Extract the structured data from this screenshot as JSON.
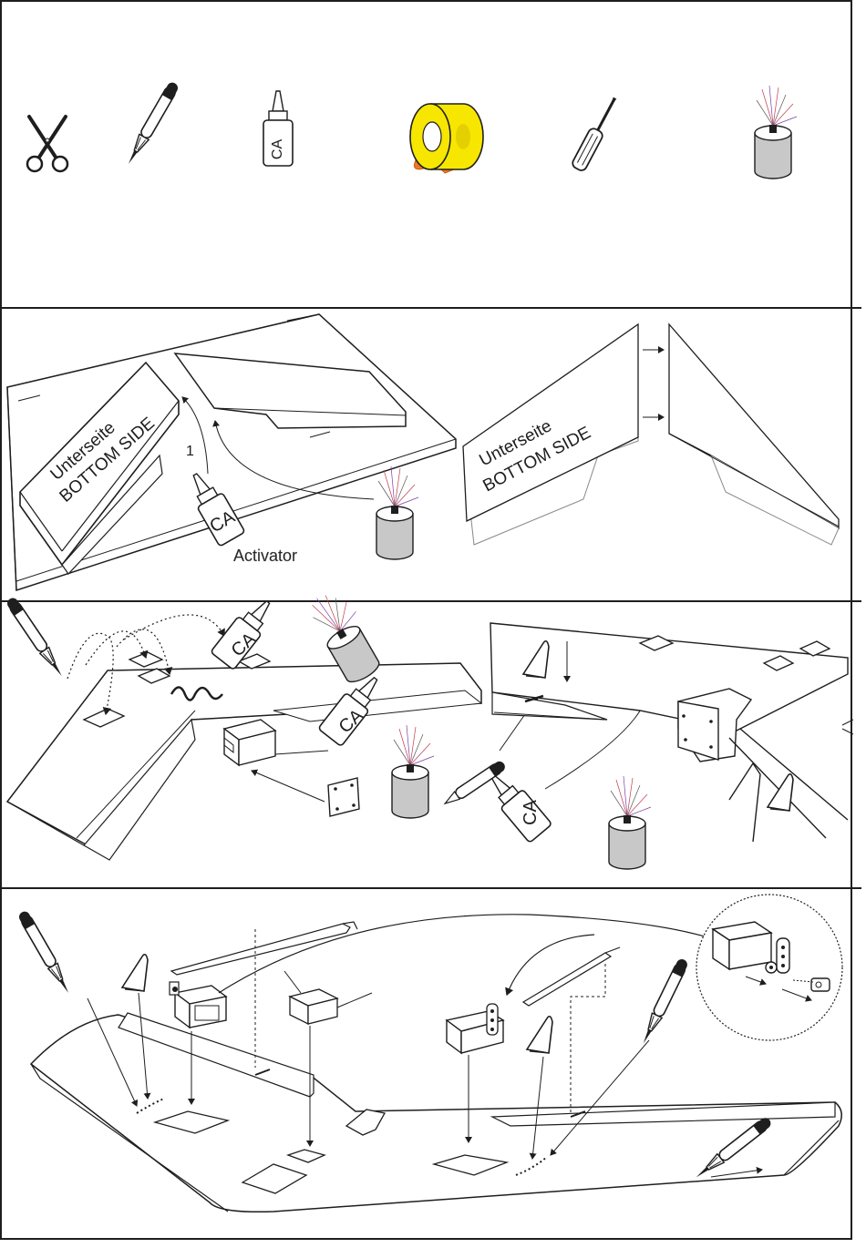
{
  "tools_panel": {
    "glue_bottle_label": "CA"
  },
  "panel_2": {
    "step_number": "1",
    "wing_label_line1": "Unterseite",
    "wing_label_line2": "BOTTOM SIDE",
    "glue_label": "CA",
    "activator_label": "Activator",
    "right_wing_label_line1": "Unterseite",
    "right_wing_label_line2": "BOTTOM SIDE"
  },
  "panel_3": {
    "glue_label_a": "CA",
    "glue_label_b": "CA",
    "glue_label_c": "CA"
  },
  "colors": {
    "tape_yellow": "#f7e600",
    "tape_orange": "#f07a1e",
    "can_gray": "#c8c8c8",
    "line": "#1e1e1e",
    "spray_red": "#c0394b"
  }
}
